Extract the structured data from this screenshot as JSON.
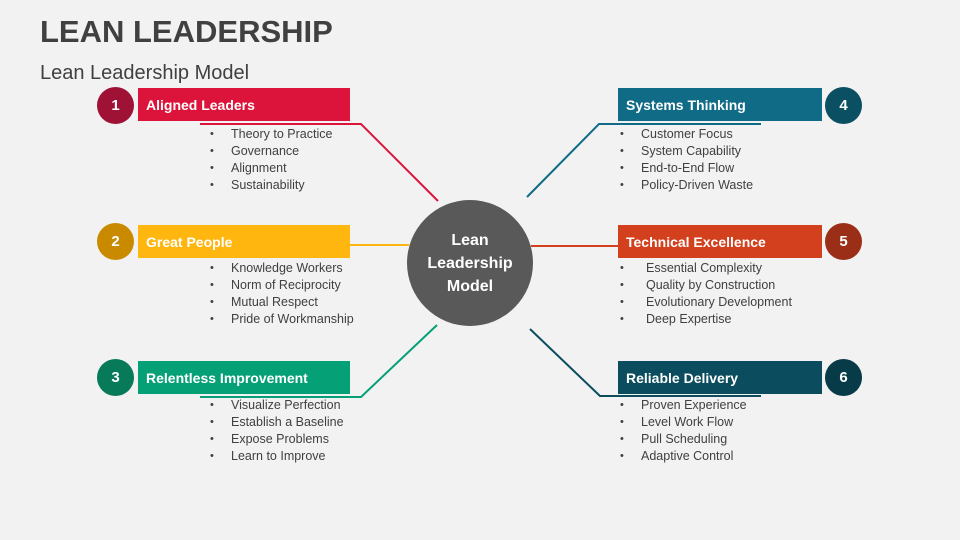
{
  "title": "LEAN LEADERSHIP",
  "subtitle": "Lean Leadership Model",
  "hub": {
    "label": "Lean\nLeadership\nModel",
    "color": "#595959"
  },
  "pillars": [
    {
      "number": "1",
      "title": "Aligned Leaders",
      "color": "#dc143c",
      "num_color": "#a01235",
      "items": [
        "Theory to Practice",
        "Governance",
        "Alignment",
        "Sustainability"
      ]
    },
    {
      "number": "2",
      "title": "Great People",
      "color": "#ffb60f",
      "num_color": "#c98a00",
      "items": [
        "Knowledge Workers",
        "Norm of Reciprocity",
        "Mutual Respect",
        "Pride of Workmanship"
      ]
    },
    {
      "number": "3",
      "title": "Relentless Improvement",
      "color": "#06a077",
      "num_color": "#077a5a",
      "items": [
        "Visualize Perfection",
        "Establish a Baseline",
        "Expose Problems",
        "Learn to Improve"
      ]
    },
    {
      "number": "4",
      "title": "Systems Thinking",
      "color": "#106b86",
      "num_color": "#0b4f63",
      "items": [
        "Customer Focus",
        "System Capability",
        "End-to-End Flow",
        "Policy-Driven Waste"
      ]
    },
    {
      "number": "5",
      "title": "Technical Excellence",
      "color": "#d2401e",
      "num_color": "#9b2e17",
      "items": [
        "Essential Complexity",
        "Quality by Construction",
        "Evolutionary Development",
        "Deep Expertise"
      ]
    },
    {
      "number": "6",
      "title": "Reliable Delivery",
      "color": "#0b4d5e",
      "num_color": "#073b47",
      "items": [
        "Proven Experience",
        "Level Work Flow",
        "Pull Scheduling",
        "Adaptive Control"
      ]
    }
  ]
}
